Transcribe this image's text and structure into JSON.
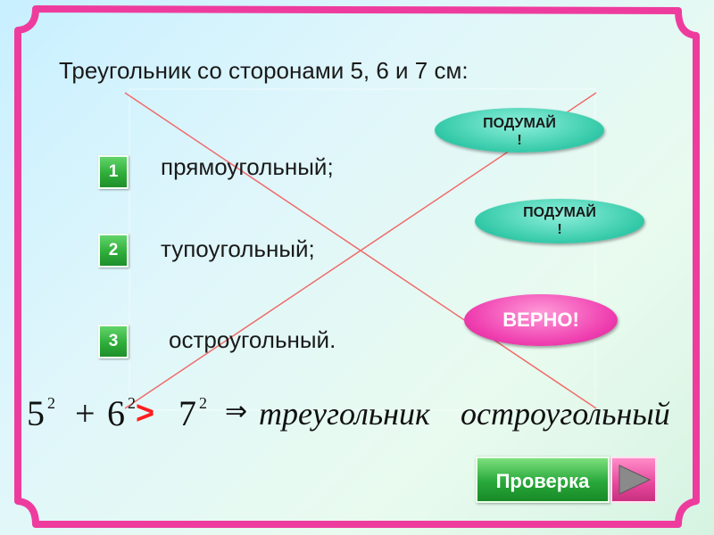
{
  "title": "Треугольник со сторонами 5, 6 и 7 см:",
  "options": [
    {
      "number": "1",
      "text": "прямоугольный;",
      "feedback": "ПОДУМАЙ\n!"
    },
    {
      "number": "2",
      "text": "тупоугольный;",
      "feedback": "ПОДУМАЙ\n!"
    },
    {
      "number": "3",
      "text": "остроугольный.",
      "feedback": "ВЕРНО!"
    }
  ],
  "formula": {
    "lhs_a": "5",
    "lhs_b": "6",
    "exp": "2",
    "plus": "+",
    "gt": ">",
    "rhs": "7",
    "implies": "⇒",
    "conclusion_1": "треугольник",
    "conclusion_2": "остроугольный"
  },
  "check_button": "Проверка",
  "colors": {
    "frame": "#ee3c9e",
    "green": "#2fae3a",
    "right": "#ef3fb0",
    "think": "#33c9a8"
  }
}
